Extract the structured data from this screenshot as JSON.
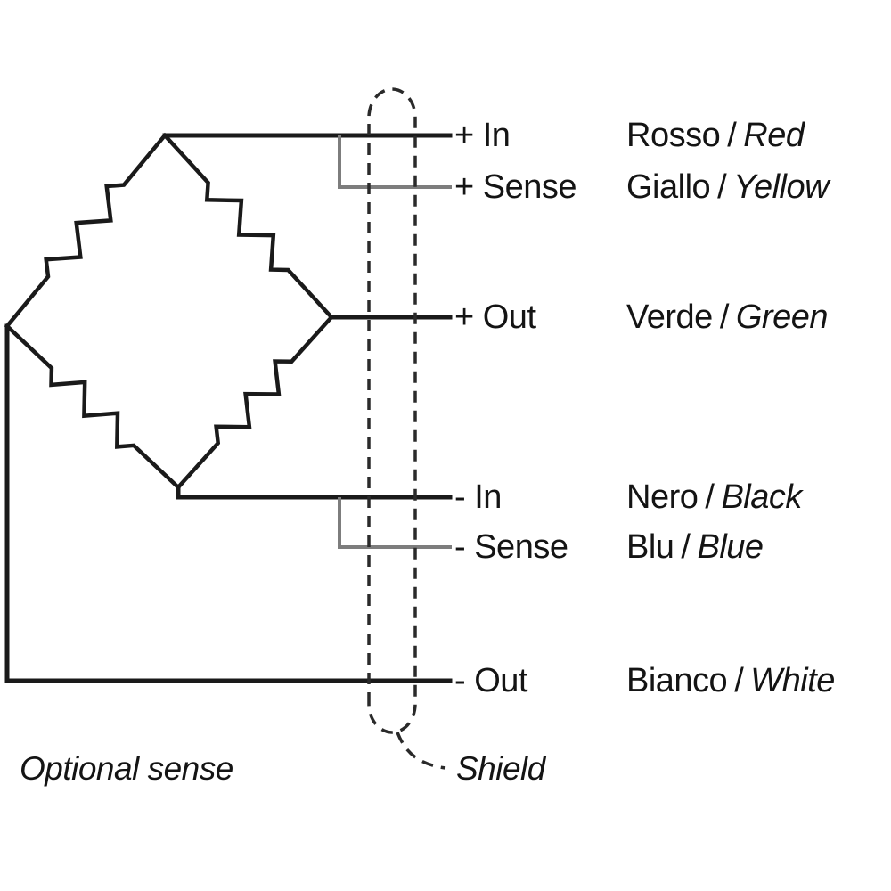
{
  "diagram_type": "load-cell wheatstone bridge wiring diagram",
  "terminals": [
    {
      "signal": "+ In",
      "color_it": "Rosso",
      "separator": "/",
      "color_en": "Red"
    },
    {
      "signal": "+ Sense",
      "color_it": "Giallo",
      "separator": "/",
      "color_en": "Yellow"
    },
    {
      "signal": "+ Out",
      "color_it": "Verde",
      "separator": "/",
      "color_en": "Green"
    },
    {
      "signal": "- In",
      "color_it": "Nero",
      "separator": "/",
      "color_en": "Black"
    },
    {
      "signal": "- Sense",
      "color_it": "Blu",
      "separator": "/",
      "color_en": "Blue"
    },
    {
      "signal": "- Out",
      "color_it": "Bianco",
      "separator": "/",
      "color_en": "White"
    }
  ],
  "annotations": {
    "optional_sense": "Optional sense",
    "shield": "Shield"
  },
  "colors": {
    "line": "#1a1a1a",
    "sense_line": "#7d7d7d",
    "text": "#141414",
    "background": "#ffffff"
  }
}
